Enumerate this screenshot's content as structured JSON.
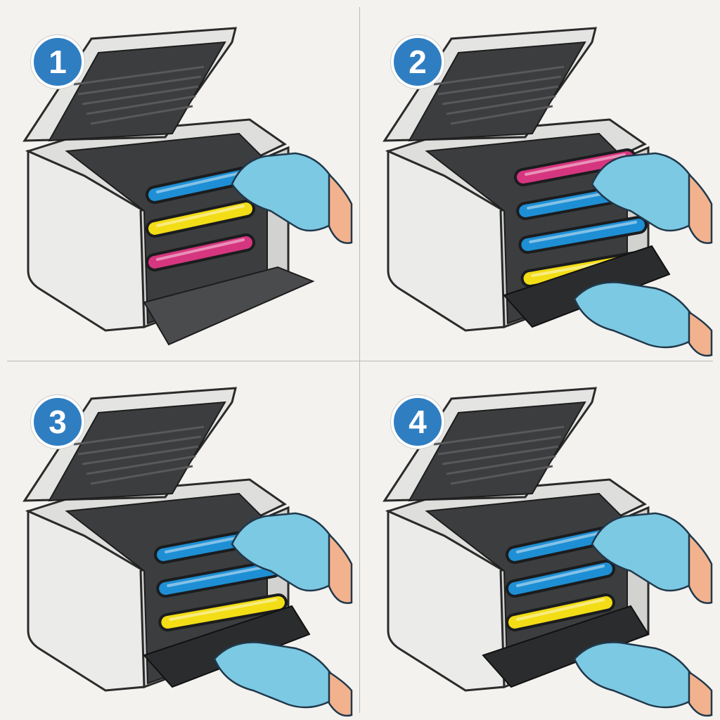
{
  "steps": [
    {
      "number": "1",
      "cartridges": [
        "cyan",
        "yellow",
        "magenta"
      ],
      "hands": "one",
      "drawer": "open-tray"
    },
    {
      "number": "2",
      "cartridges": [
        "magenta",
        "cyan",
        "cyan",
        "yellow"
      ],
      "hands": "two",
      "drawer": "pulled-out"
    },
    {
      "number": "3",
      "cartridges": [
        "cyan",
        "cyan",
        "yellow"
      ],
      "hands": "two",
      "drawer": "pulled-out"
    },
    {
      "number": "4",
      "cartridges": [
        "cyan",
        "cyan",
        "yellow"
      ],
      "hands": "two",
      "drawer": "pushed-in"
    }
  ],
  "colors": {
    "badge": "#2f7ec2",
    "glove": "#7cc9e3",
    "glove_dark": "#4ea6c6",
    "skin": "#f2b28e",
    "printer_body": "#ebebea",
    "printer_interior": "#3c3d3f",
    "cyan": "#1e8fd4",
    "yellow": "#f2dd17",
    "magenta": "#d6367f"
  },
  "icons": [
    "printer-illustration",
    "toner-cartridge",
    "gloved-hand"
  ]
}
